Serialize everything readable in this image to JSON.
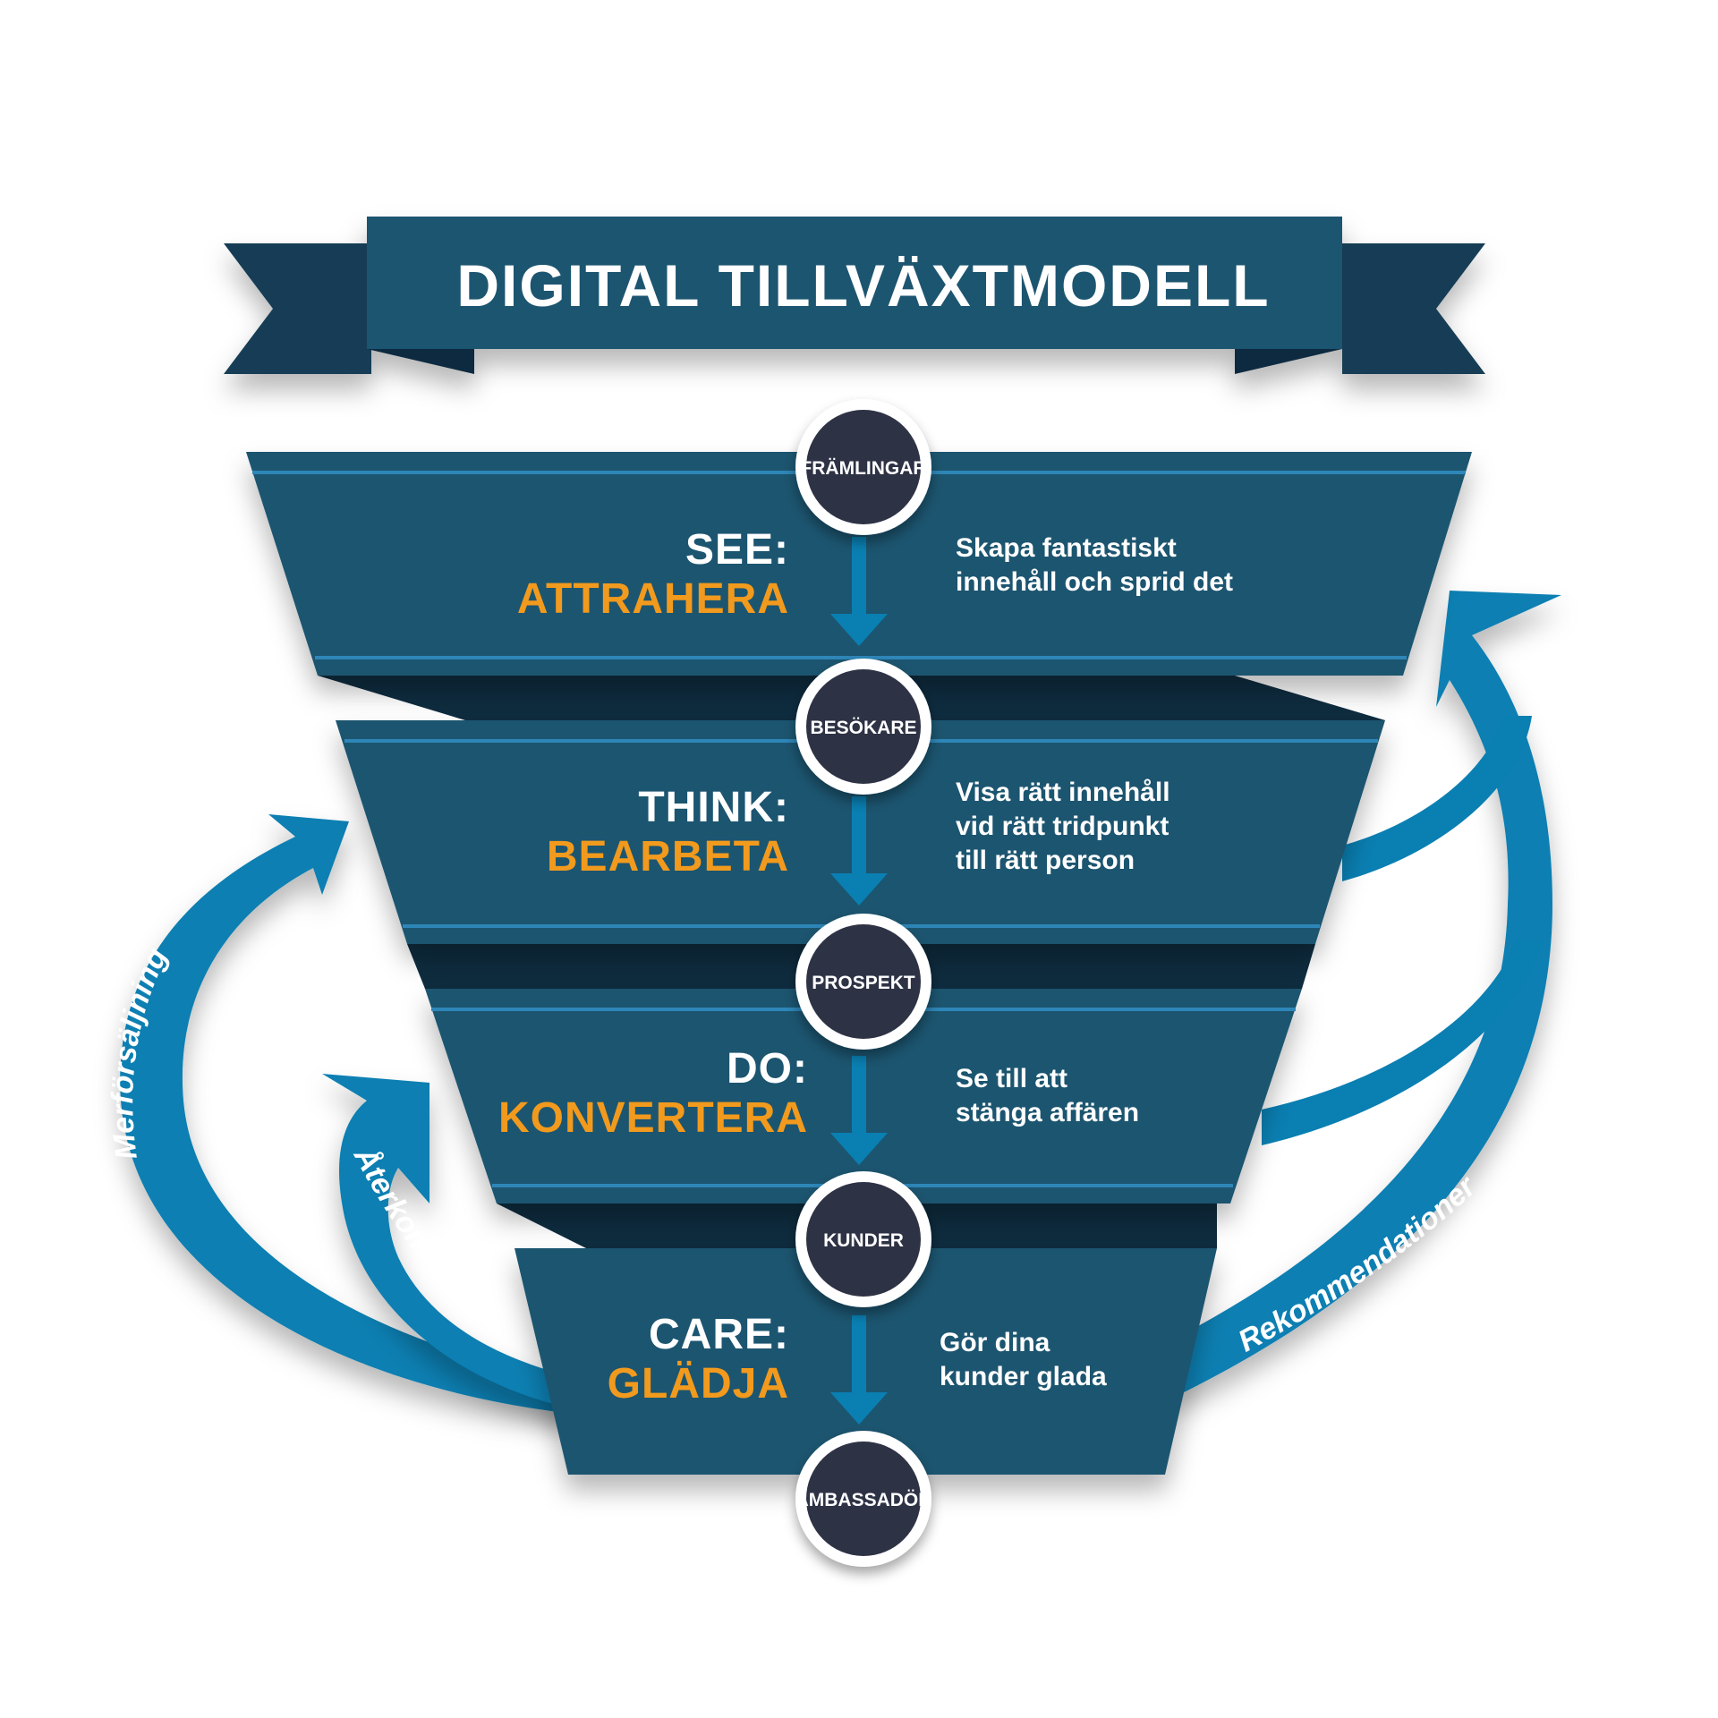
{
  "title": "DIGITAL TILLVÄXTMODELL",
  "colors": {
    "band": "#1b5470",
    "band_dark": "#133d55",
    "band_shadow": "#0e2c3f",
    "stripe": "#2e86b8",
    "accent_orange": "#f29a1d",
    "arrow_blue": "#0a7fb2",
    "node_fill": "#2d3245",
    "white": "#ffffff"
  },
  "stages": [
    {
      "node": "FRÄMLINGAR",
      "label": "SEE:",
      "action": "ATTRAHERA",
      "desc": [
        "Skapa fantastiskt",
        "innehåll och sprid det"
      ]
    },
    {
      "node": "BESÖKARE",
      "label": "THINK:",
      "action": "BEARBETA",
      "desc": [
        "Visa rätt innehåll",
        "vid rätt tridpunkt",
        "till rätt person"
      ]
    },
    {
      "node": "PROSPEKT",
      "label": "DO:",
      "action": "KONVERTERA",
      "desc": [
        "Se till att",
        "stänga affären"
      ]
    },
    {
      "node": "KUNDER",
      "label": "CARE:",
      "action": "GLÄDJA",
      "desc": [
        "Gör dina",
        "kunder glada"
      ]
    }
  ],
  "final_node": "AMBASSADÖR",
  "loop_arrows": {
    "left_outer": "Merförsäljning",
    "left_inner": "Återkommande kund",
    "right": "Rekommendationer"
  }
}
